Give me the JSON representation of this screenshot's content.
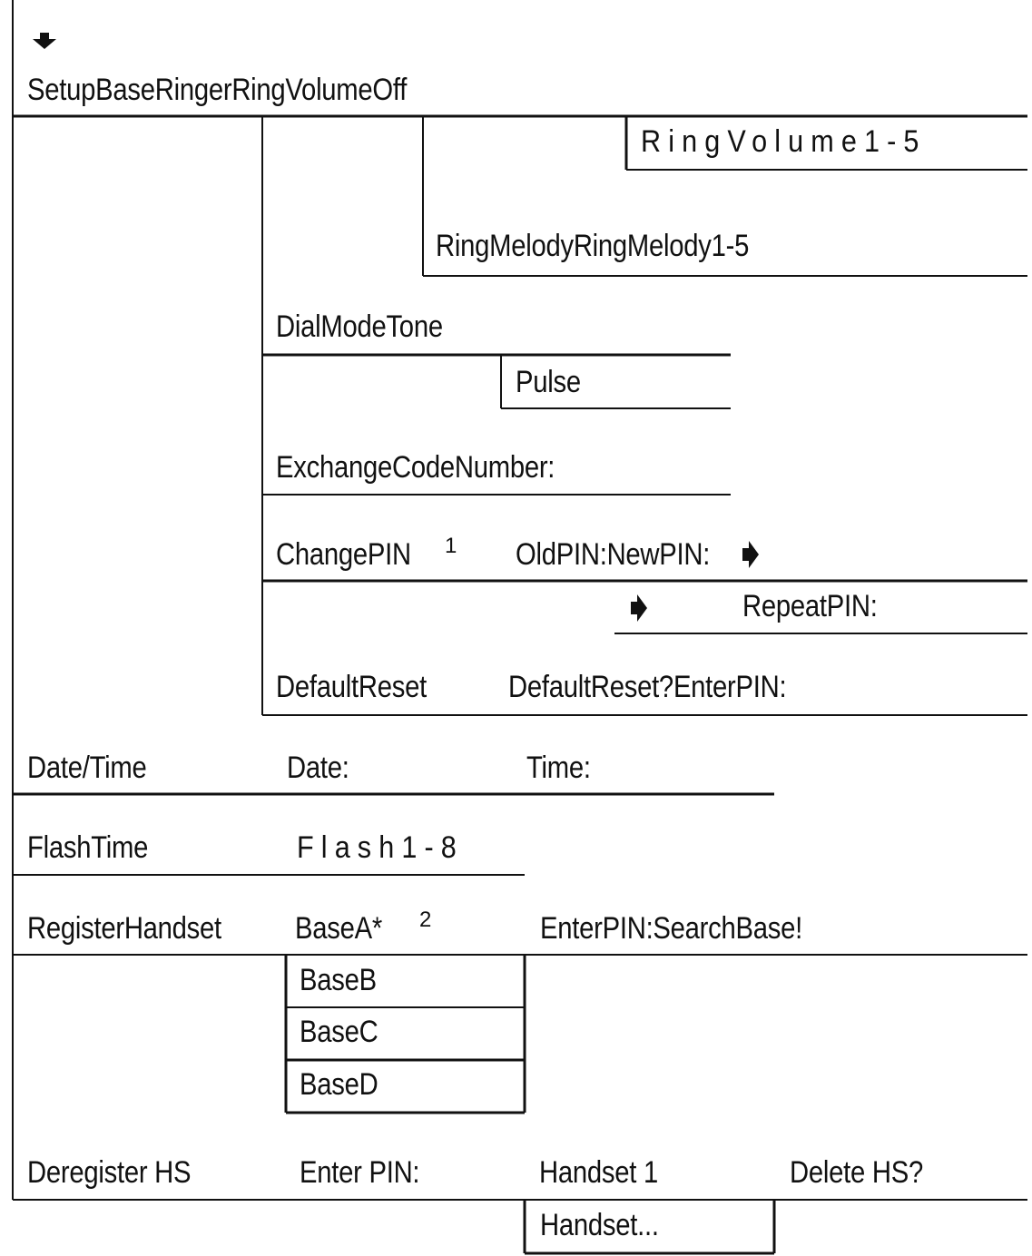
{
  "menu": {
    "setup_row": "SetupBaseRingerRingVolumeOff",
    "ring_volume": "RingVolume1-5",
    "ring_melody": "RingMelodyRingMelody1-5",
    "dial_mode": "DialModeTone",
    "pulse": "Pulse",
    "exchange_code": "ExchangeCodeNumber:",
    "change_pin": "ChangePIN",
    "change_pin_note": "1",
    "old_new_pin": "OldPIN:NewPIN:",
    "repeat_pin": "RepeatPIN:",
    "default_reset": "DefaultReset",
    "default_reset_prompt": "DefaultReset?EnterPIN:",
    "date_time": "Date/Time",
    "date": "Date:",
    "time": "Time:",
    "flash_time": "FlashTime",
    "flash_values": "Flash1-8",
    "register_handset": "RegisterHandset",
    "base_a": "BaseA*",
    "base_a_note": "2",
    "search_base": "EnterPIN:SearchBase!",
    "base_b": "BaseB",
    "base_c": "BaseC",
    "base_d": "BaseD",
    "deregister_hs": "Deregister HS",
    "enter_pin": "Enter PIN:",
    "handset_1": "Handset 1",
    "delete_hs": "Delete HS?",
    "handset_more": "Handset..."
  },
  "icons": {
    "top": "arrow-down-icon",
    "continue": "arrow-right-icon"
  },
  "colors": {
    "ink": "#111111",
    "background": "#ffffff"
  }
}
